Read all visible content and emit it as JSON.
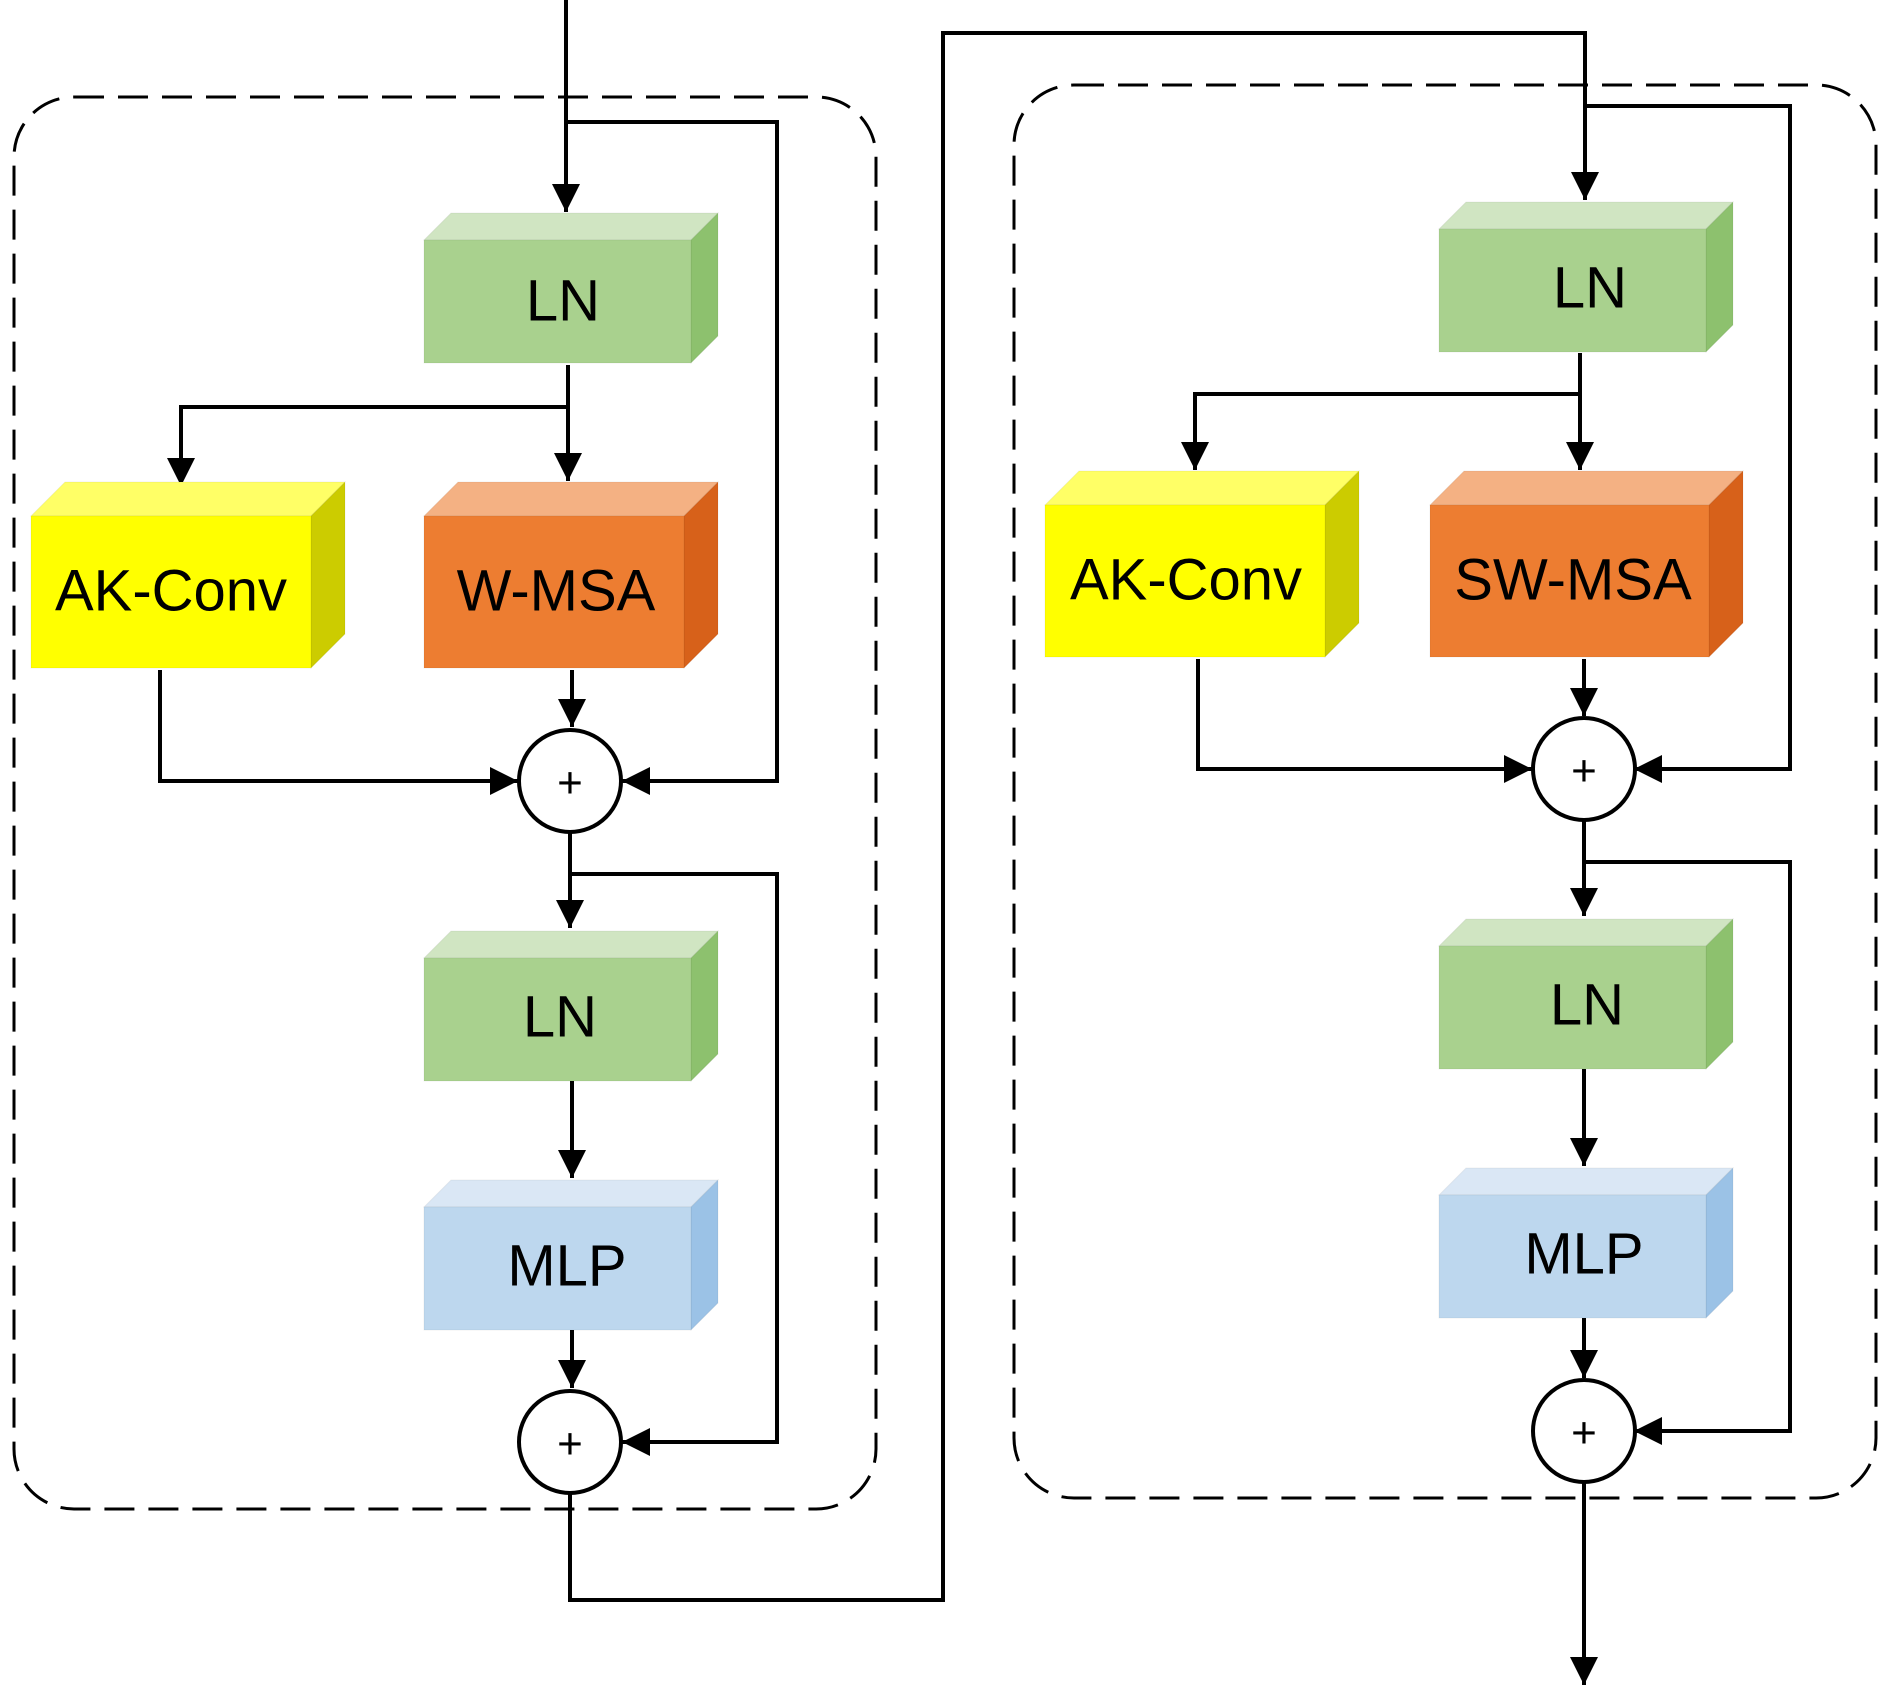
{
  "colors": {
    "ln": {
      "front": "#A9D18E",
      "top": "#D0E5C2",
      "side": "#8DC16E"
    },
    "mlp": {
      "front": "#BDD7EE",
      "top": "#DAE7F5",
      "side": "#9BC2E6"
    },
    "akconv": {
      "front": "#FFFF00",
      "top": "#FFFF66",
      "side": "#CCCC00"
    },
    "wmsa": {
      "front": "#ED7D31",
      "top": "#F4B183",
      "side": "#D7611A"
    },
    "line": "#000000"
  },
  "block1": {
    "ln1": "LN",
    "akconv": "AK-Conv",
    "attn": "W-MSA",
    "add1": "+",
    "ln2": "LN",
    "mlp": "MLP",
    "add2": "+"
  },
  "block2": {
    "ln1": "LN",
    "akconv": "AK-Conv",
    "attn": "SW-MSA",
    "add1": "+",
    "ln2": "LN",
    "mlp": "MLP",
    "add2": "+"
  }
}
